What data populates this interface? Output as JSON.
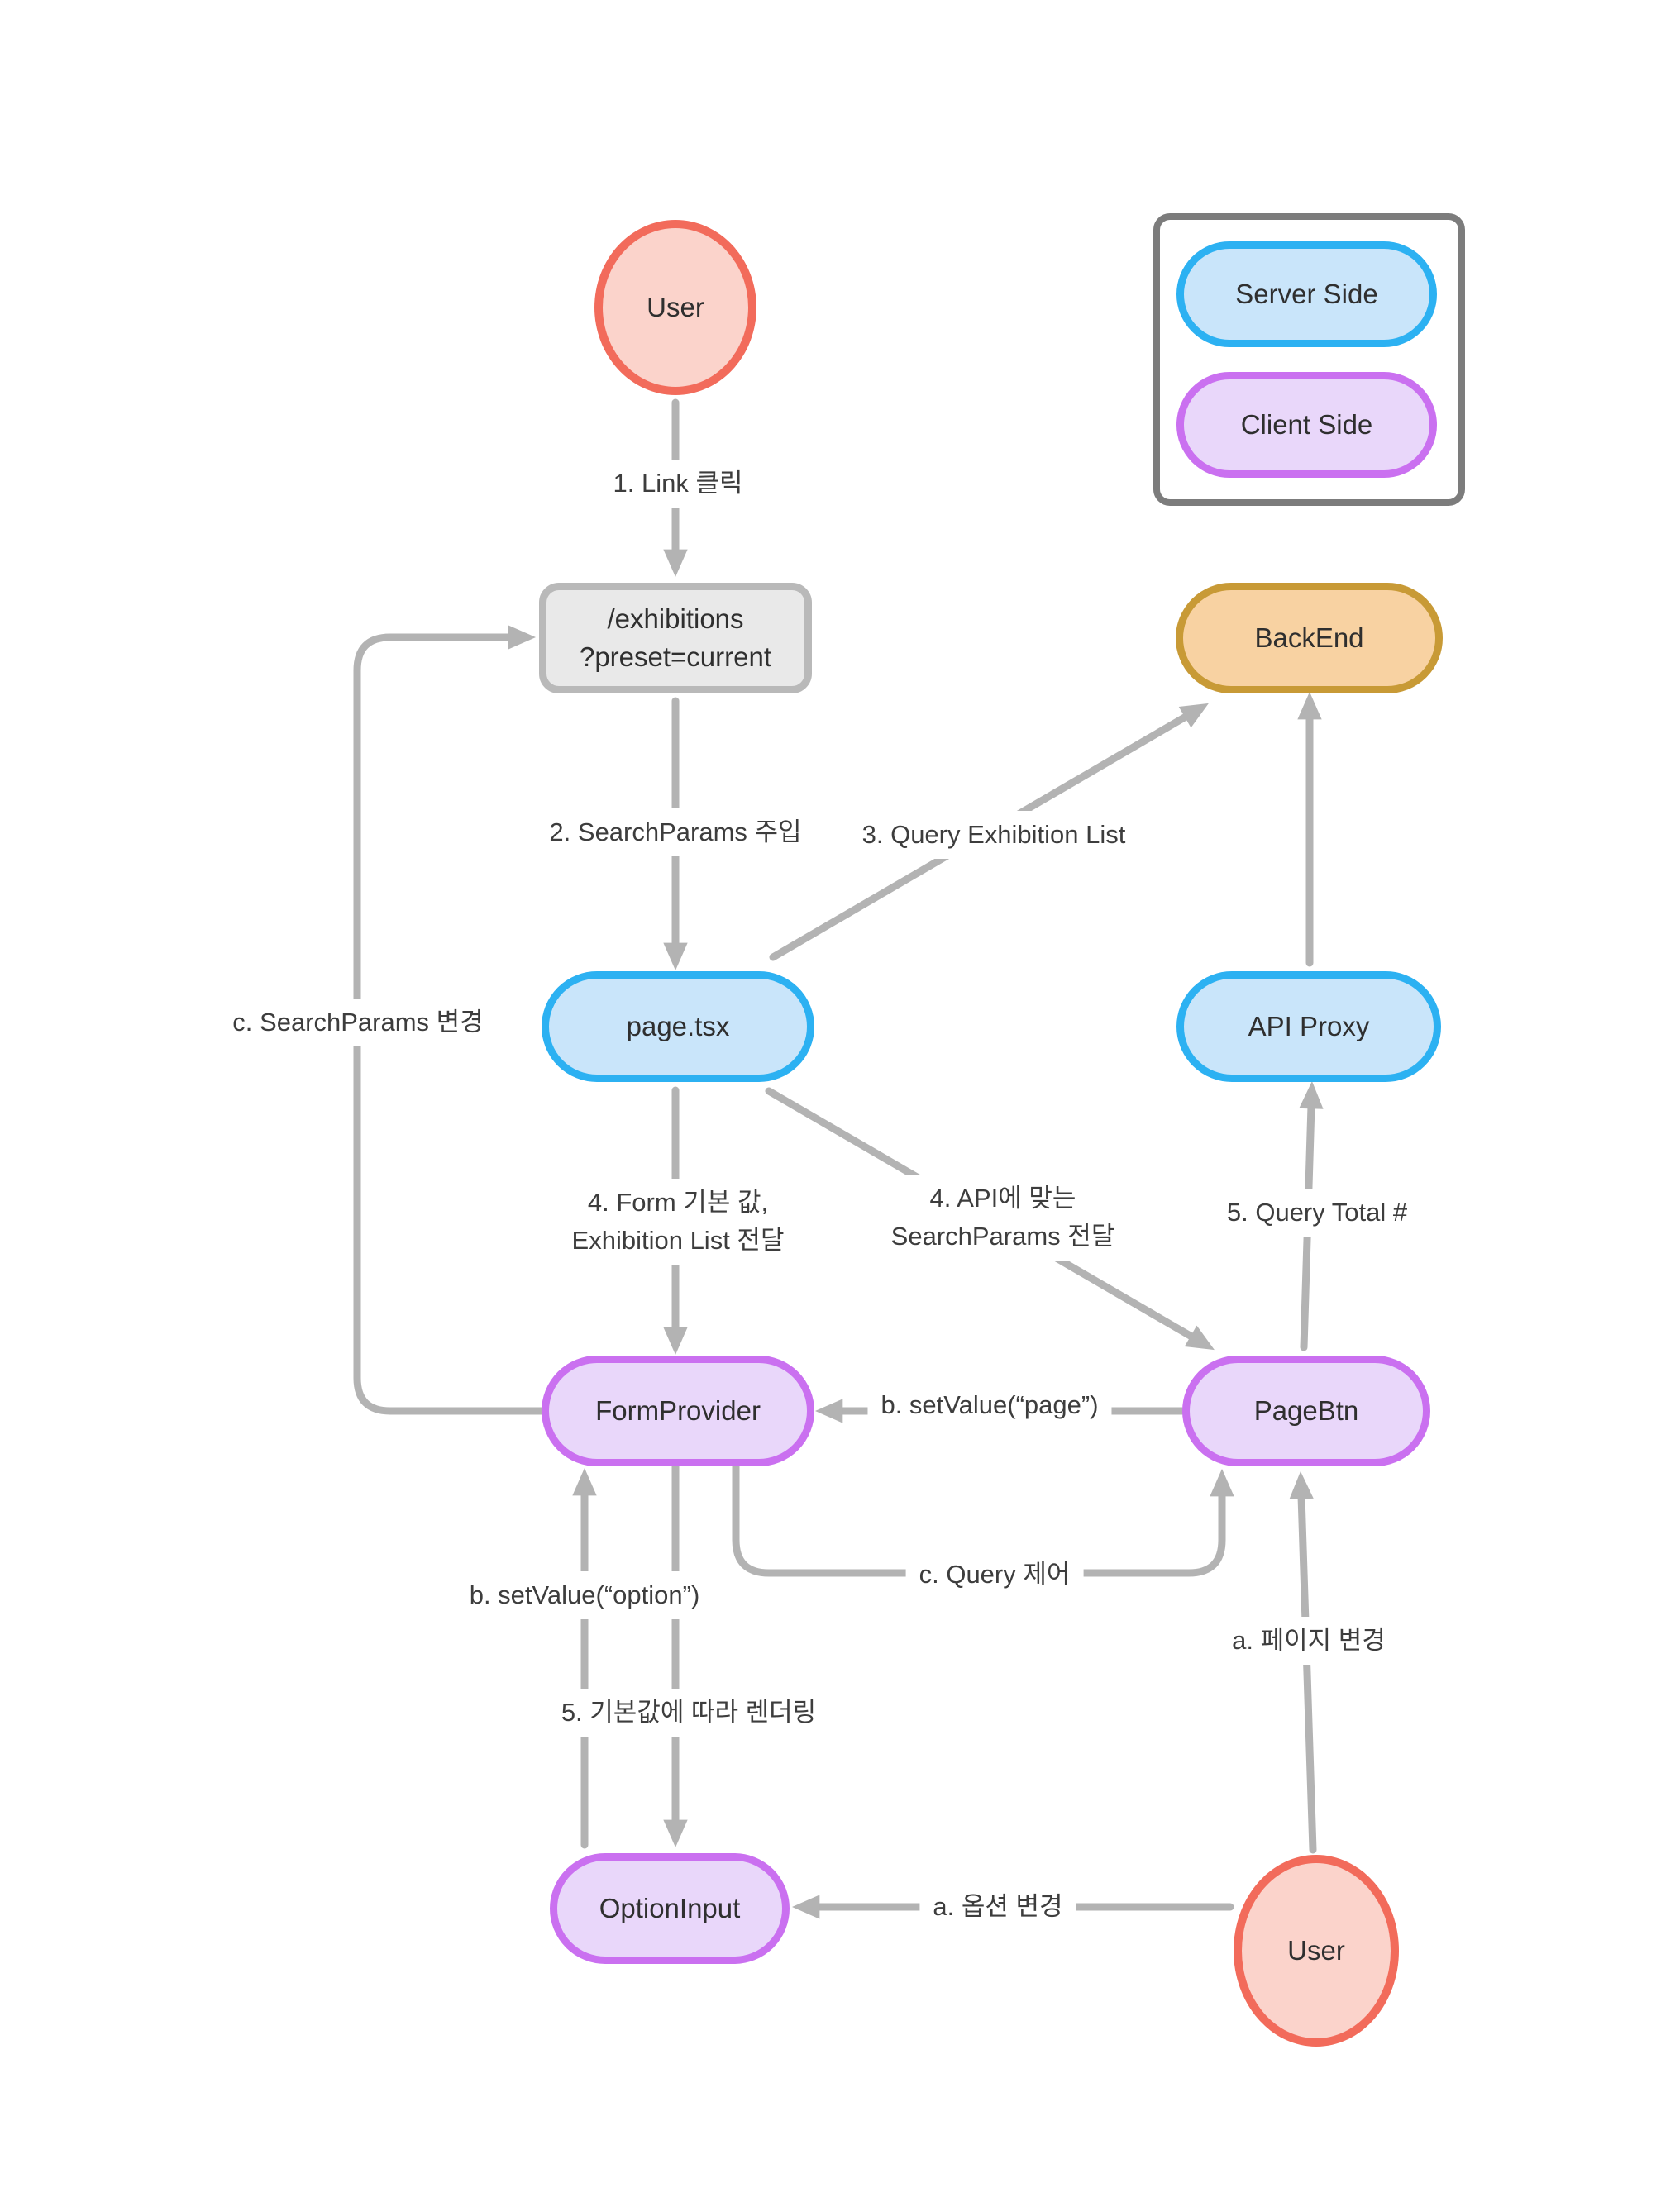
{
  "diagram": {
    "legend": {
      "server_side": "Server Side",
      "client_side": "Client Side"
    },
    "nodes": {
      "user_top": "User",
      "exhibitions_line1": "/exhibitions",
      "exhibitions_line2": "?preset=current",
      "backend": "BackEnd",
      "page_tsx": "page.tsx",
      "api_proxy": "API Proxy",
      "form_provider": "FormProvider",
      "page_btn": "PageBtn",
      "option_input": "OptionInput",
      "user_bottom": "User"
    },
    "edge_labels": {
      "link_click": "1. Link 클릭",
      "searchparams_inject": "2. SearchParams 주입",
      "query_exhibition_list": "3. Query Exhibition List",
      "form_default_line1": "4. Form 기본 값,",
      "form_default_line2": "Exhibition List 전달",
      "api_searchparams_line1": "4. API에 맞는",
      "api_searchparams_line2": "SearchParams 전달",
      "query_total": "5. Query Total #",
      "set_value_page": "b. setValue(“page”)",
      "searchparams_change": "c. SearchParams 변경",
      "query_control": "c. Query 제어",
      "set_value_option": "b. setValue(“option”)",
      "render_by_default": "5. 기본값에 따라 렌더링",
      "option_change": "a. 옵션 변경",
      "page_change": "a. 페이지 변경"
    },
    "colors": {
      "server_border": "#2cb1f2",
      "server_fill": "#c9e5fa",
      "client_border": "#ca70f0",
      "client_fill": "#e9d7fa",
      "backend_border": "#c89a36",
      "backend_fill": "#f8d2a2",
      "user_border": "#f26b5b",
      "user_fill": "#fbd3cb",
      "route_border": "#b9b9b9",
      "route_fill": "#e9e9e9",
      "arrow": "#b3b3b3",
      "text": "#3a3a3a"
    }
  }
}
